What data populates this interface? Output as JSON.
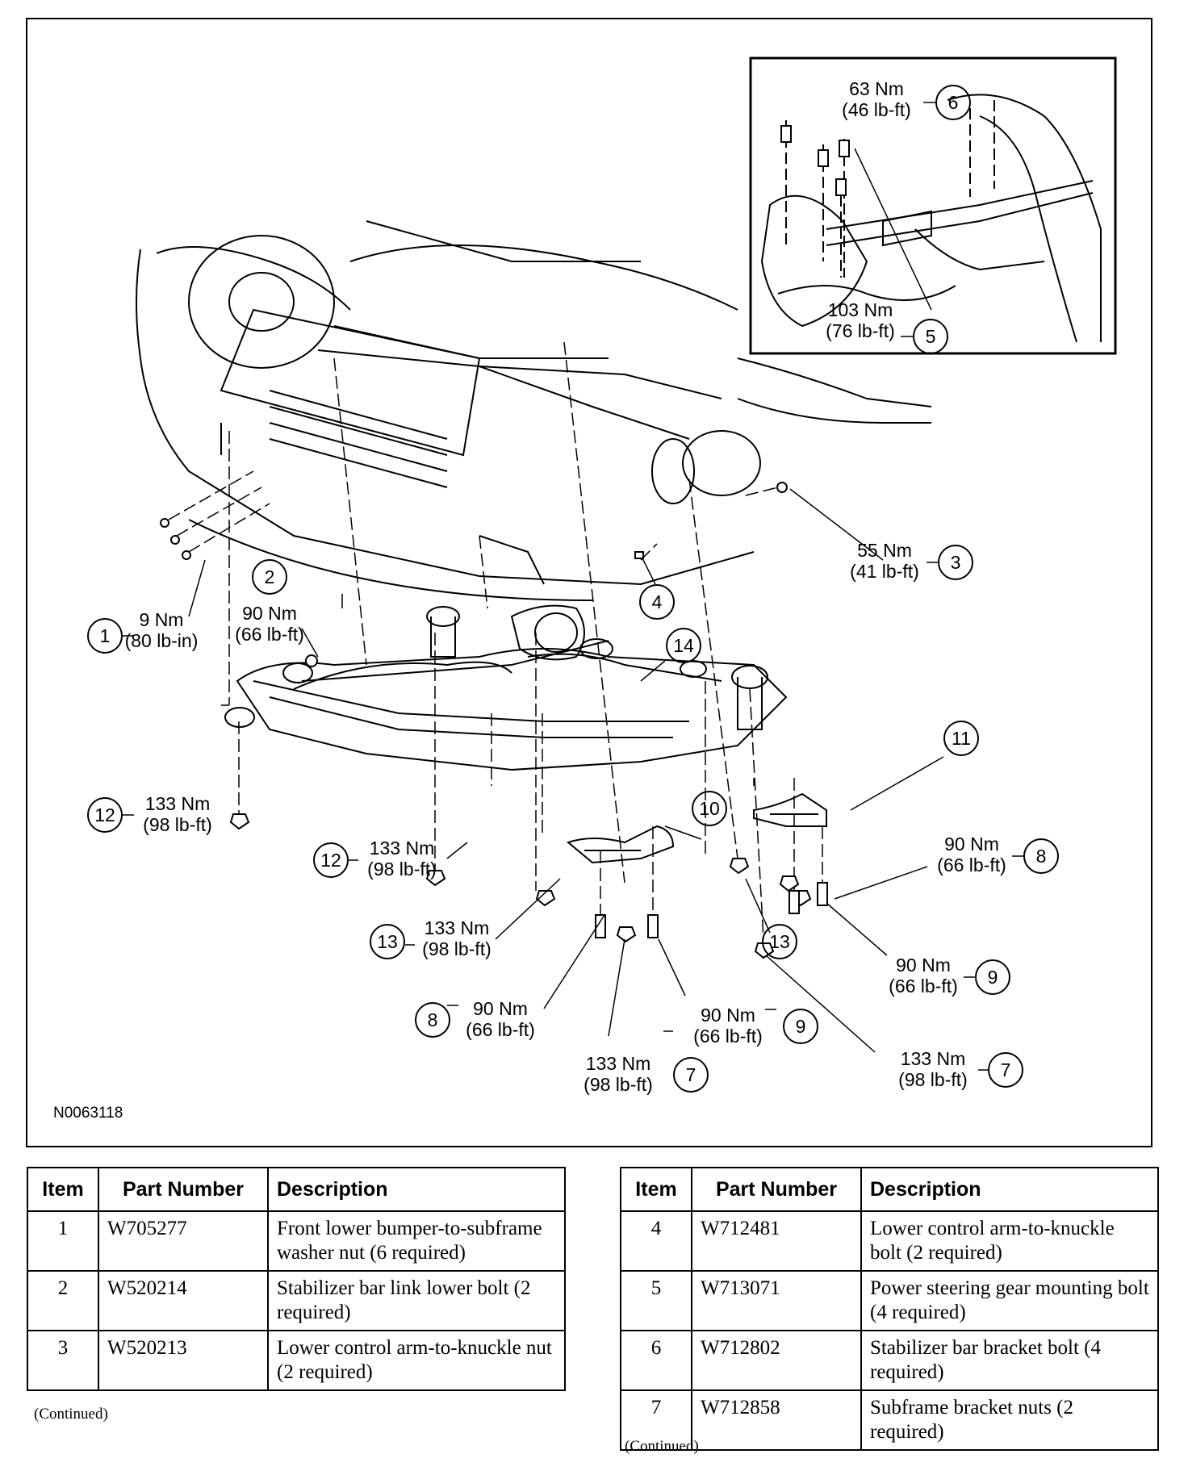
{
  "figure": {
    "id": "N0063118",
    "callouts": [
      {
        "item": "1",
        "torque_nm": "9 Nm",
        "torque_imp": "(80 lb-in)"
      },
      {
        "item": "2",
        "torque_nm": "90 Nm",
        "torque_imp": "(66 lb-ft)"
      },
      {
        "item": "3",
        "torque_nm": "55 Nm",
        "torque_imp": "(41 lb-ft)"
      },
      {
        "item": "4"
      },
      {
        "item": "5",
        "torque_nm": "103 Nm",
        "torque_imp": "(76 lb-ft)"
      },
      {
        "item": "6",
        "torque_nm": "63 Nm",
        "torque_imp": "(46 lb-ft)"
      },
      {
        "item": "7",
        "torque_nm": "133 Nm",
        "torque_imp": "(98 lb-ft)"
      },
      {
        "item": "7",
        "torque_nm": "133 Nm",
        "torque_imp": "(98 lb-ft)"
      },
      {
        "item": "8",
        "torque_nm": "90 Nm",
        "torque_imp": "(66 lb-ft)"
      },
      {
        "item": "8",
        "torque_nm": "90 Nm",
        "torque_imp": "(66 lb-ft)"
      },
      {
        "item": "9",
        "torque_nm": "90 Nm",
        "torque_imp": "(66 lb-ft)"
      },
      {
        "item": "9",
        "torque_nm": "90 Nm",
        "torque_imp": "(66 lb-ft)"
      },
      {
        "item": "10"
      },
      {
        "item": "11"
      },
      {
        "item": "12",
        "torque_nm": "133 Nm",
        "torque_imp": "(98 lb-ft)"
      },
      {
        "item": "12",
        "torque_nm": "133 Nm",
        "torque_imp": "(98 lb-ft)"
      },
      {
        "item": "13",
        "torque_nm": "133 Nm",
        "torque_imp": "(98 lb-ft)"
      },
      {
        "item": "13"
      },
      {
        "item": "14"
      }
    ]
  },
  "tables": [
    {
      "headers": [
        "Item",
        "Part Number",
        "Description"
      ],
      "rows": [
        {
          "item": "1",
          "part": "W705277",
          "desc": "Front lower bumper-to-subframe washer nut (6 required)"
        },
        {
          "item": "2",
          "part": "W520214",
          "desc": "Stabilizer bar link lower bolt (2 required)"
        },
        {
          "item": "3",
          "part": "W520213",
          "desc": "Lower control arm-to-knuckle nut (2 required)"
        }
      ],
      "footer": "(Continued)"
    },
    {
      "headers": [
        "Item",
        "Part Number",
        "Description"
      ],
      "rows": [
        {
          "item": "4",
          "part": "W712481",
          "desc": "Lower control arm-to-knuckle bolt (2 required)"
        },
        {
          "item": "5",
          "part": "W713071",
          "desc": "Power steering gear mounting bolt (4 required)"
        },
        {
          "item": "6",
          "part": "W712802",
          "desc": "Stabilizer bar bracket bolt (4 required)"
        },
        {
          "item": "7",
          "part": "W712858",
          "desc": "Subframe bracket nuts (2 required)"
        }
      ],
      "footer": "(Continued)"
    }
  ]
}
